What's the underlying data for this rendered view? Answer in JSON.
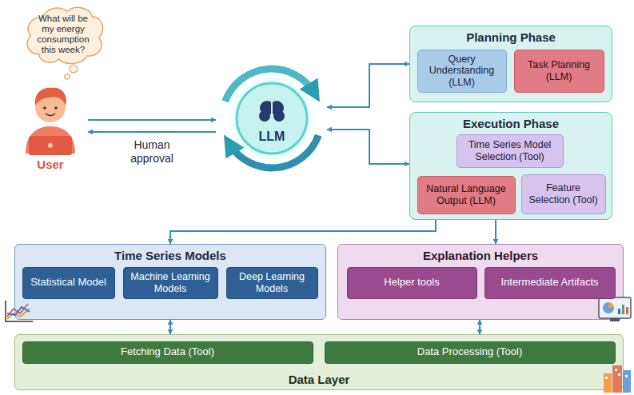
{
  "diagram": {
    "nodes": [
      {
        "text": [
          "What will be my energy consumption this week?"
        ]
      },
      {
        "text": [
          "User"
        ]
      },
      {
        "text": [
          "LLM"
        ]
      },
      {
        "text": [
          "Planning Phase"
        ]
      },
      {
        "text": [
          "Query Understanding (LLM)"
        ],
        "in": 3
      },
      {
        "text": [
          "Task Planning (LLM)"
        ],
        "in": 3
      },
      {
        "text": [
          "Execution Phase"
        ]
      },
      {
        "text": [
          "Time Series Model Selection (Tool)"
        ],
        "in": 6
      },
      {
        "text": [
          "Natural Language Output (LLM)"
        ],
        "in": 6
      },
      {
        "text": [
          "Feature Selection (Tool)"
        ],
        "in": 6
      },
      {
        "text": [
          "Time Series Models"
        ]
      },
      {
        "text": [
          "Statistical Model"
        ],
        "in": 10
      },
      {
        "text": [
          "Machine Learning Models"
        ],
        "in": 10
      },
      {
        "text": [
          "Deep Learning Models"
        ],
        "in": 10
      },
      {
        "text": [
          "Explanation Helpers"
        ]
      },
      {
        "text": [
          "Helper tools"
        ],
        "in": 14
      },
      {
        "text": [
          "Intermediate Artifacts"
        ],
        "in": 14
      },
      {
        "text": [
          "Data Layer"
        ]
      },
      {
        "text": [
          "Fetching Data (Tool)"
        ],
        "in": 17
      },
      {
        "text": [
          "Data Processing (Tool)"
        ],
        "in": 17
      }
    ],
    "edges": [
      {
        "from": 1,
        "to": 2,
        "arrow": "to"
      },
      {
        "from": 2,
        "to": 1,
        "arrow": "to",
        "label": "Human approval"
      },
      {
        "from": 2,
        "to": 3,
        "arrow": "both"
      },
      {
        "from": 2,
        "to": 6,
        "arrow": "both"
      },
      {
        "from": 6,
        "to": 10,
        "arrow": "to"
      },
      {
        "from": 6,
        "to": 14,
        "arrow": "to"
      },
      {
        "from": 10,
        "to": 17,
        "arrow": "both"
      },
      {
        "from": 14,
        "to": 17,
        "arrow": "both"
      }
    ]
  }
}
